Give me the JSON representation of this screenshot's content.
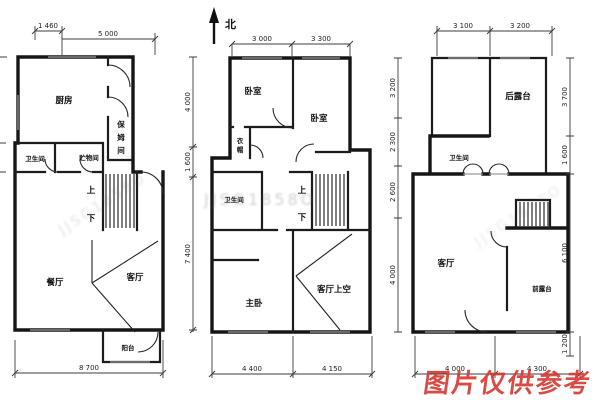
{
  "watermarks": {
    "red_notice": "图片仅供参考",
    "gray_mark": "JJSG1858O"
  },
  "north_label": "北",
  "floor1": {
    "rooms": {
      "kitchen": "厨房",
      "nanny": [
        "保",
        "姆",
        "间"
      ],
      "bathroom": "卫生间",
      "storage": "贮物间",
      "dining": "餐厅",
      "living": "客厅",
      "balcony": "阳台"
    },
    "stair": {
      "up": "上",
      "down": "下"
    },
    "dims": {
      "top_left": "1 460",
      "top_main": "5 000",
      "bottom": "8 700"
    }
  },
  "side_dims_left_mid": {
    "upper": "4 000",
    "middle": "1 600",
    "lower": "7 400"
  },
  "floor2": {
    "rooms": {
      "bedroom_left": "卧室",
      "bedroom_right": "卧室",
      "closet": [
        "衣",
        "帽"
      ],
      "bathroom": "卫生间",
      "master": "主卧",
      "living_void": "客厅上空"
    },
    "stair": {
      "up": "上",
      "down": "下"
    },
    "dims": {
      "top_left": "3 000",
      "top_right": "3 300",
      "bottom_left": "4 400",
      "bottom_right": "4 150"
    }
  },
  "floor3": {
    "rooms": {
      "rear_terrace": "后露台",
      "bathroom": "卫生间",
      "living": "客厅",
      "front_terrace": "前露台"
    },
    "dims": {
      "top_left": "3 100",
      "top_right": "3 200",
      "bottom_left": "4 000",
      "bottom_right": "4 300",
      "left_col": [
        "3 200",
        "2 300",
        "2 600",
        "4 000"
      ],
      "right_col": [
        "3 700",
        "1 600",
        "6 100",
        "1 200"
      ]
    }
  }
}
